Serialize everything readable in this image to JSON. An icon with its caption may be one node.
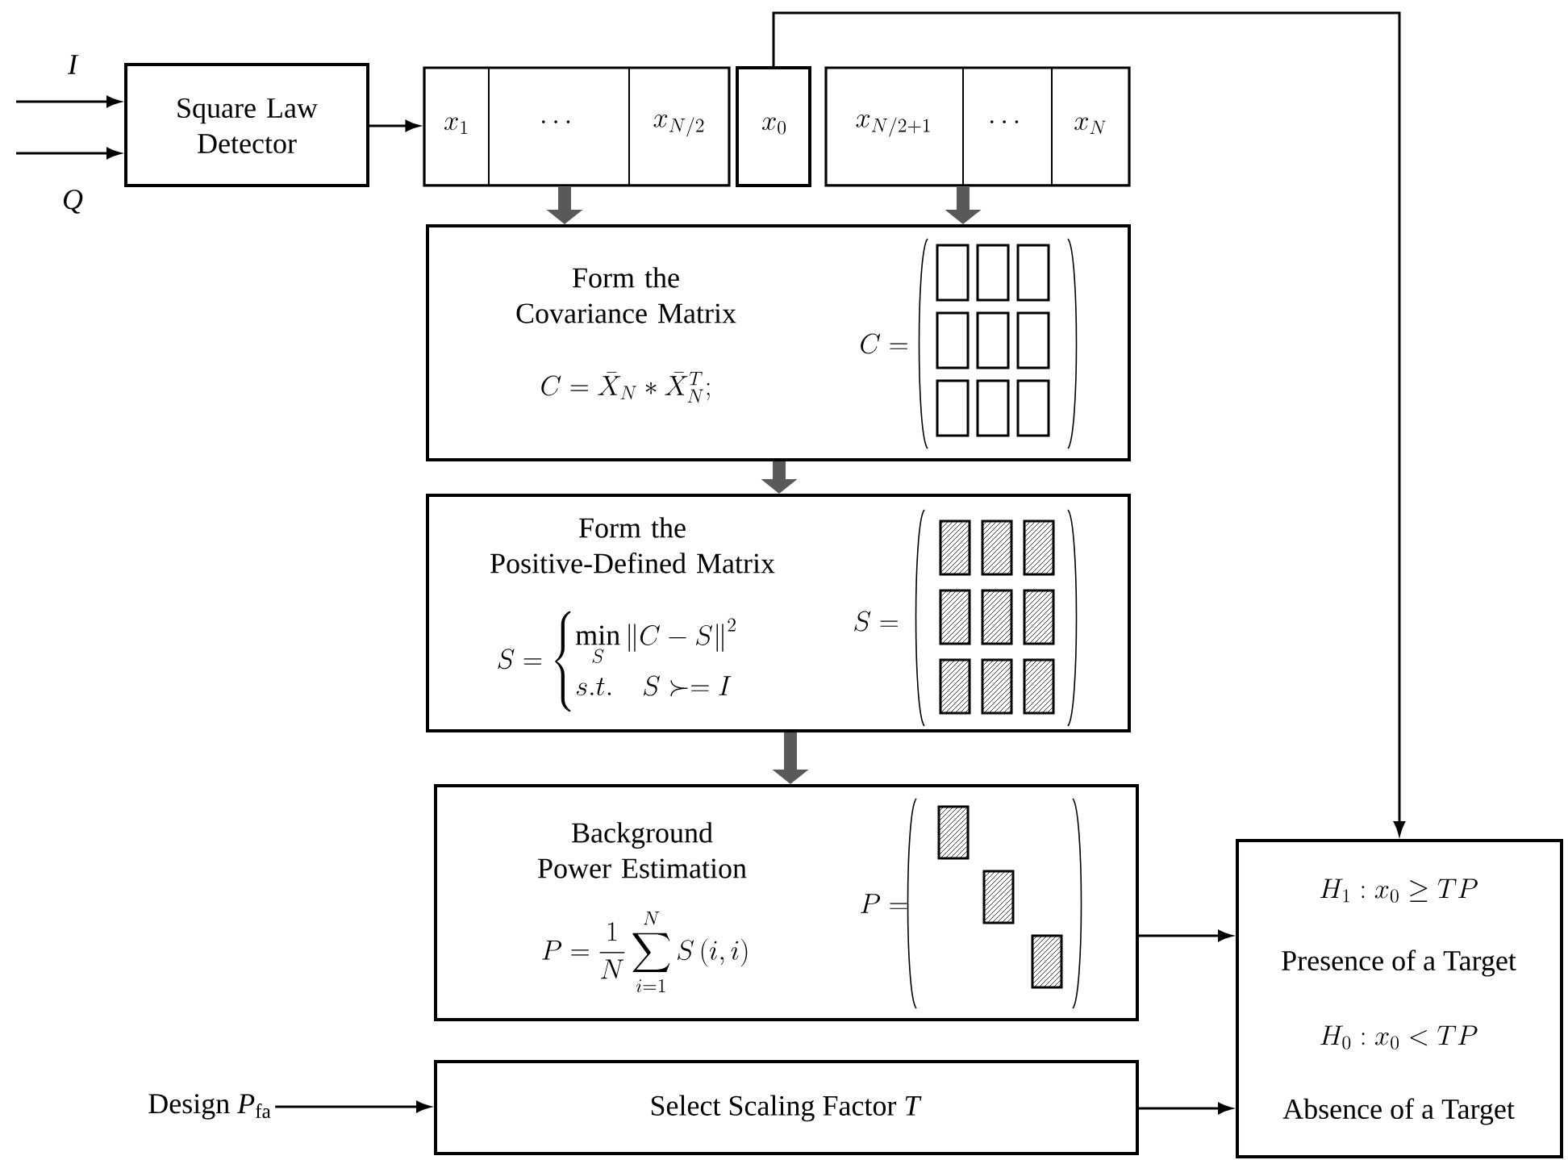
{
  "diagram": {
    "nodes": [
      {
        "text": [
          "Square Law Detector"
        ]
      },
      {
        "text": [
          "x_1",
          "\\cdots",
          "x_{N/2}"
        ]
      },
      {
        "text": [
          "x_0"
        ]
      },
      {
        "text": [
          "x_{N/2+1}",
          "\\cdots",
          "x_N"
        ]
      },
      {
        "text": [
          "Form the Covariance Matrix",
          "C=\\bar{X}_N*\\bar{X}_N^T;",
          "C="
        ]
      },
      {
        "text": [
          "Form the Positive-Defined Matrix",
          "S=\\begin{cases}\\min\\limits_{S}\\left\\|C-S\\right\\|^2\\\\ s.t.\\quad S\\succ=I\\end{cases}",
          "S="
        ]
      },
      {
        "text": [
          "Background Power Estimation",
          "P=\\dfrac{1}{N}\\sum_{i=1}^{N}S\\left(i,i\\right)",
          "P="
        ]
      },
      {
        "text": [
          "Design *P*$_{fa}$"
        ]
      },
      {
        "text": [
          "Select Scaling Factor  *T*"
        ]
      },
      {
        "text": [
          "H_1:x_0\\ge TP",
          "Presence of a Target",
          "H_0:x_0<TP",
          "Absence of a Target"
        ]
      }
    ],
    "edges": [
      {
        "from": null,
        "to": 0,
        "arrow": "to",
        "label": "I"
      },
      {
        "from": null,
        "to": 0,
        "arrow": "to",
        "label": "Q"
      },
      {
        "from": 0,
        "to": 1,
        "arrow": "to"
      },
      {
        "from": 1,
        "to": 4,
        "arrow": "to",
        "style": "thick"
      },
      {
        "from": 3,
        "to": 4,
        "arrow": "to",
        "style": "thick"
      },
      {
        "from": 4,
        "to": 5,
        "arrow": "to",
        "style": "thick"
      },
      {
        "from": 5,
        "to": 6,
        "arrow": "to",
        "style": "thick"
      },
      {
        "from": 2,
        "to": 9,
        "arrow": "to"
      },
      {
        "from": 6,
        "to": 9,
        "arrow": "to"
      },
      {
        "from": 7,
        "to": 8,
        "arrow": "to"
      },
      {
        "from": 8,
        "to": 9,
        "arrow": "to"
      }
    ]
  }
}
